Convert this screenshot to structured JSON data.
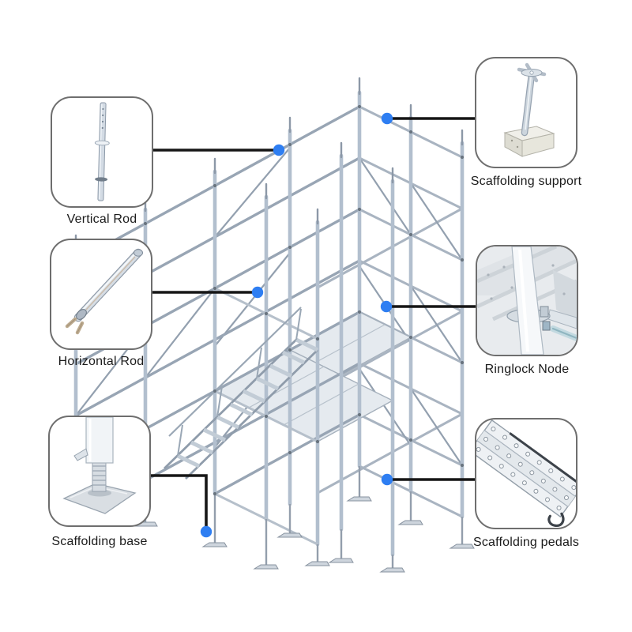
{
  "page": {
    "title": "Ringlock scaffolding components diagram",
    "background": "#ffffff"
  },
  "palette": {
    "accent_blue": "#2e7ef2",
    "connector_black": "#161616",
    "box_border_gray": "#6e6e6e",
    "label_black": "#1b1b1b",
    "steel_light": "#cfd8e2",
    "steel_mid": "#a9b6c4"
  },
  "illustration": {
    "subject": "galvanized ringlock scaffolding tower with staircase and base jacks",
    "marker_count": 6
  },
  "callouts": [
    {
      "id": "vertical-rod",
      "label": "Vertical Rod",
      "icon": "vertical-rod-icon",
      "side": "left"
    },
    {
      "id": "horizontal-rod",
      "label": "Horizontal Rod",
      "icon": "horizontal-rod-icon",
      "side": "left"
    },
    {
      "id": "scaffolding-base",
      "label": "Scaffolding base",
      "icon": "scaffolding-base-icon",
      "side": "left"
    },
    {
      "id": "scaffolding-support",
      "label": "Scaffolding support",
      "icon": "scaffolding-support-icon",
      "side": "right"
    },
    {
      "id": "ringlock-node",
      "label": "Ringlock Node",
      "icon": "ringlock-node-icon",
      "side": "right"
    },
    {
      "id": "scaffolding-pedals",
      "label": "Scaffolding pedals",
      "icon": "scaffolding-pedals-icon",
      "side": "right"
    }
  ]
}
